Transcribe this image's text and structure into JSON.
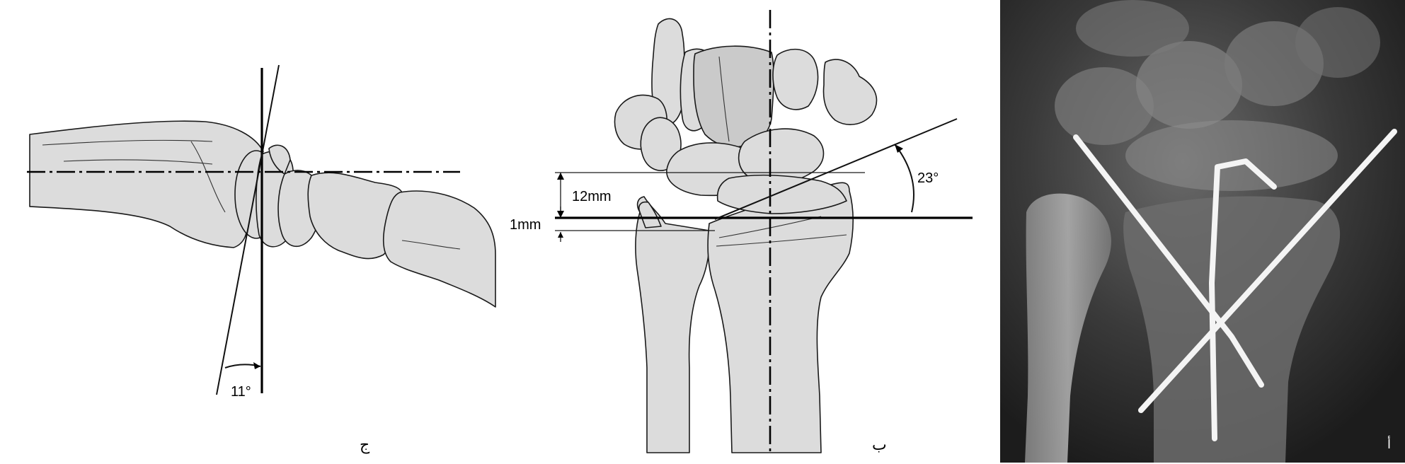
{
  "panels": {
    "lateral": {
      "letter": "ج",
      "angle_label": "11°"
    },
    "ap": {
      "letter": "ب",
      "angle_label": "23°",
      "height_label": "12mm",
      "offset_label": "1mm"
    },
    "xray": {
      "letter": "أ"
    }
  },
  "colors": {
    "bone_fill": "#dcdcdc",
    "line": "#000000",
    "xray_background": "#2a2a2a",
    "pin": "#f4f4f4"
  }
}
